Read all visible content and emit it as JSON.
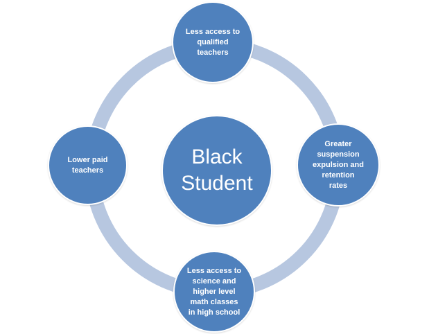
{
  "colors": {
    "node_fill": "#4f81bd",
    "ring": "#b7c7e0",
    "text": "#ffffff"
  },
  "center": {
    "line1": "Black",
    "line2": "Student"
  },
  "nodes": {
    "top": "Less access to\nqualified\nteachers",
    "right": "Greater\nsuspension\nexpulsion and\nretention\nrates",
    "bottom": "Less access to\nscience and\nhigher level\nmath classes\nin high school",
    "left": "Lower paid\nteachers"
  }
}
